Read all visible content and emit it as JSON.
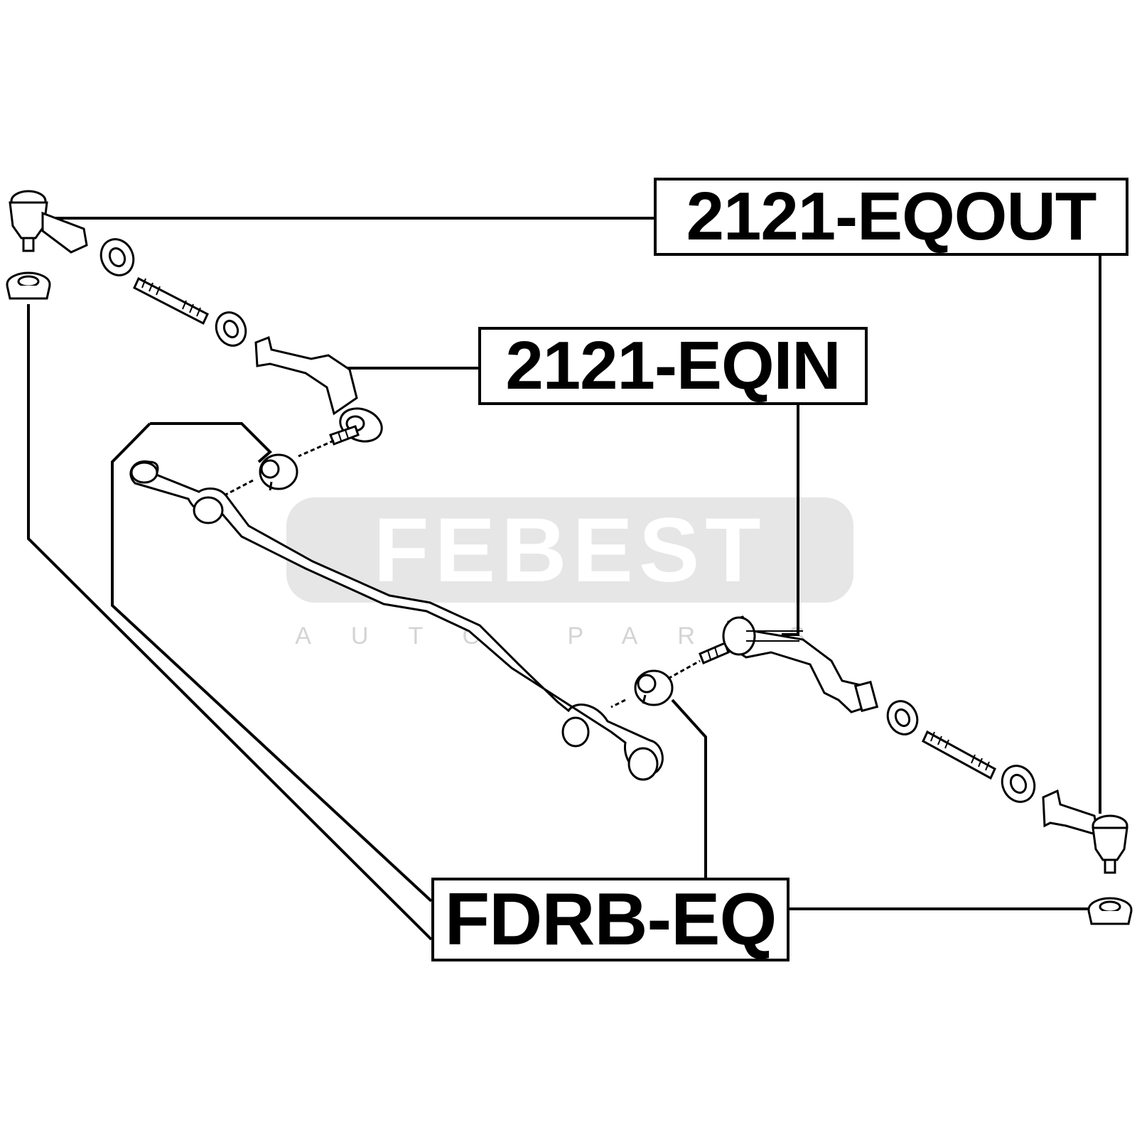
{
  "labels": {
    "outer_tie_rod_end": "2121-EQOUT",
    "inner_tie_rod_end": "2121-EQIN",
    "boot": "FDRB-EQ"
  },
  "watermark": {
    "brand": "FEBEST",
    "tagline": "AUTO PARTS"
  },
  "colors": {
    "line": "#000000",
    "background": "#ffffff",
    "watermark": "#e6e6e6"
  }
}
